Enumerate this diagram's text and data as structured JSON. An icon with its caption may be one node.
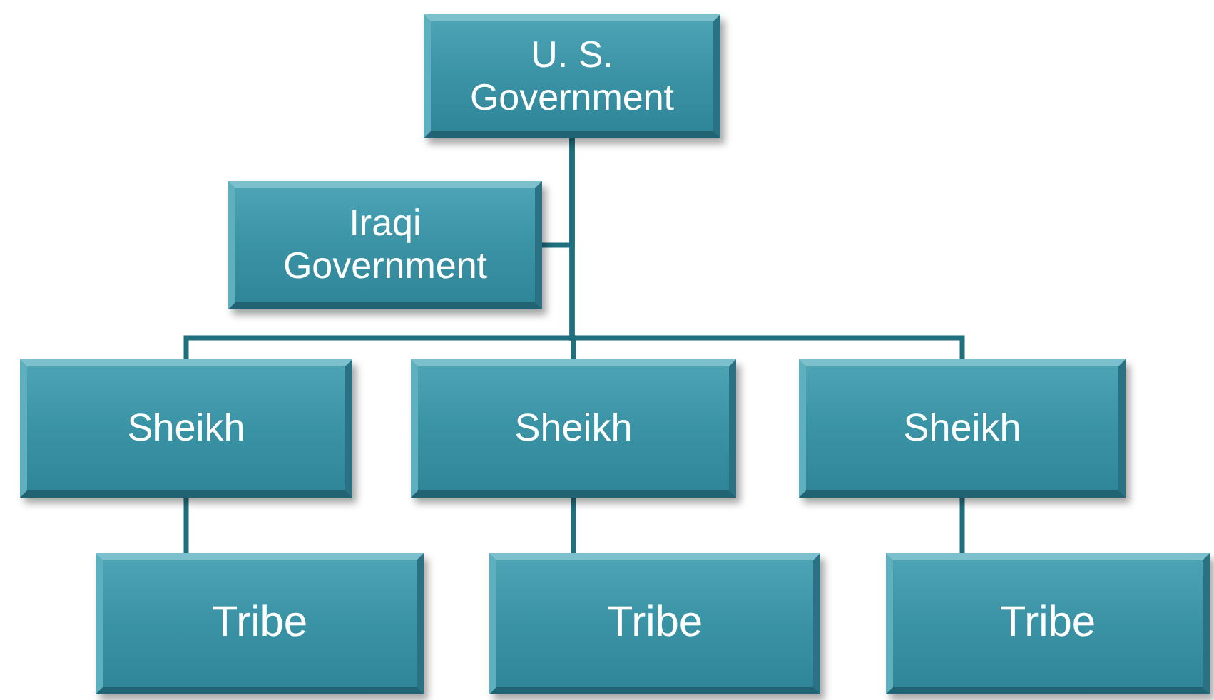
{
  "diagram": {
    "nodes": [
      {
        "text": [
          "U. S. Government"
        ]
      },
      {
        "text": [
          "Iraqi Government"
        ]
      },
      {
        "text": [
          "Sheikh"
        ]
      },
      {
        "text": [
          "Sheikh"
        ]
      },
      {
        "text": [
          "Sheikh"
        ]
      },
      {
        "text": [
          "Tribe"
        ]
      },
      {
        "text": [
          "Tribe"
        ]
      },
      {
        "text": [
          "Tribe"
        ]
      }
    ],
    "edges": [
      {
        "from": 0,
        "to": 1,
        "arrow": "none"
      },
      {
        "from": 0,
        "to": 2,
        "arrow": "none"
      },
      {
        "from": 0,
        "to": 3,
        "arrow": "none"
      },
      {
        "from": 0,
        "to": 4,
        "arrow": "none"
      },
      {
        "from": 2,
        "to": 5,
        "arrow": "none"
      },
      {
        "from": 3,
        "to": 6,
        "arrow": "none"
      },
      {
        "from": 4,
        "to": 7,
        "arrow": "none"
      }
    ]
  }
}
